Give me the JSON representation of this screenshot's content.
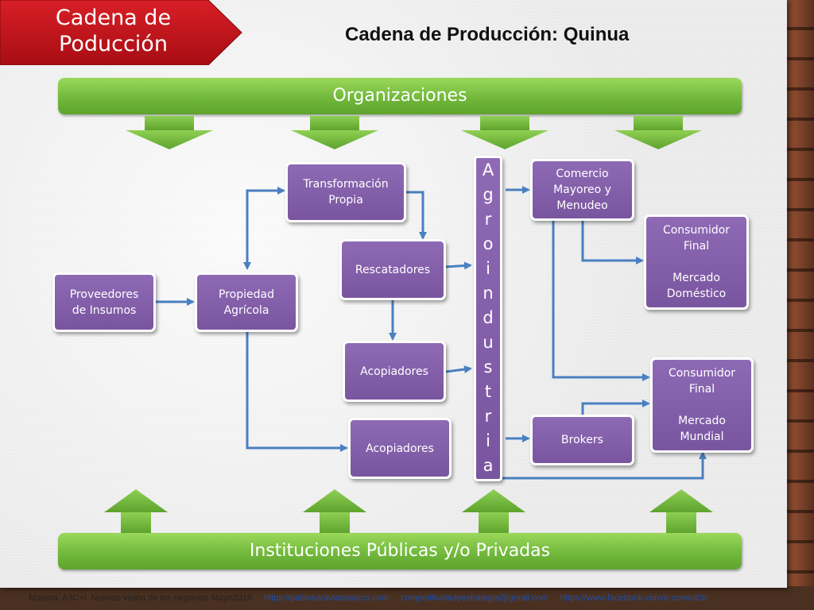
{
  "banner": {
    "line1": "Cadena de",
    "line2": "Poducción"
  },
  "title": "Cadena de Producción: Quinua",
  "top_bar": "Organizaciones",
  "bottom_bar": "Instituciones Públicas y/o Privadas",
  "nodes": {
    "proveedores": "Proveedores\nde Insumos",
    "propiedad": "Propiedad\nAgrícola",
    "transformacion": "Transformación\nPropia",
    "rescatadores": "Rescatadores",
    "acopiadores1": "Acopiadores",
    "acopiadores2": "Acopiadores",
    "comercio": "Comercio\nMayoreo y\nMenudeo",
    "brokers": "Brokers",
    "consumidor_domestico": "Consumidor\nFinal\n\nMercado\nDoméstico",
    "consumidor_mundial": "Consumidor\nFinal\n\nMercado\nMundial"
  },
  "agroindustria_letters": [
    "A",
    "g",
    "r",
    "o",
    "i",
    "n",
    "d",
    "u",
    "s",
    "t",
    "r",
    "i",
    "a"
  ],
  "footer": {
    "materia": "Materia: A3C+i. Nuevas visión de los negocios Mayo2016",
    "link1": "https://pablosaraviatasayco.com",
    "link2": "competitividadyestrategia@gmail.com",
    "link3": "https://www.facebook.com/e.consult3c"
  },
  "colors": {
    "green": "#6fb63a",
    "purple": "#7a559f",
    "banner_red": "#c8141c",
    "arrow_blue": "#4a7fc1"
  }
}
